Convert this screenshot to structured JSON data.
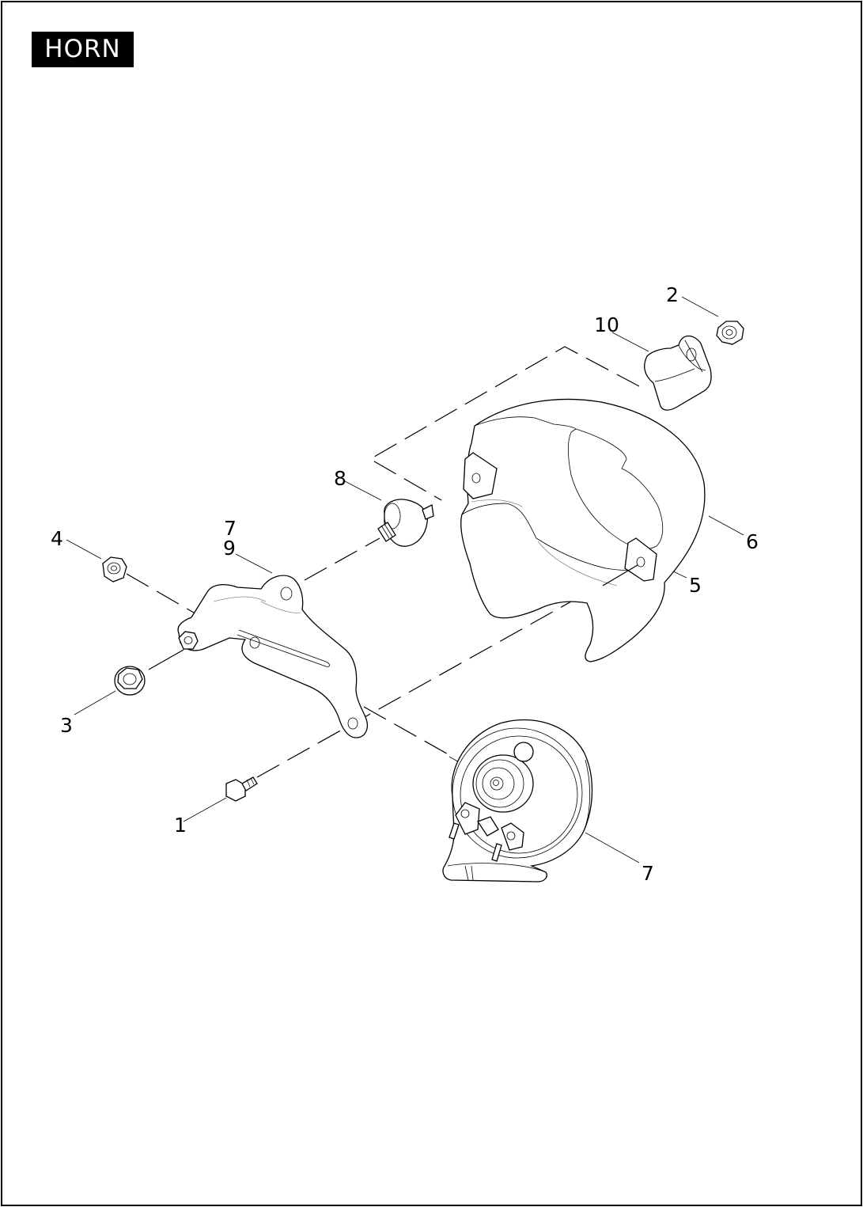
{
  "title": "HORN",
  "callouts": [
    "1",
    "2",
    "3",
    "4",
    "5",
    "6",
    "7",
    "9",
    "8",
    "10",
    "7"
  ],
  "colors": {
    "line": "#000000",
    "background": "#ffffff",
    "title_bg": "#000000",
    "title_text": "#ffffff"
  }
}
